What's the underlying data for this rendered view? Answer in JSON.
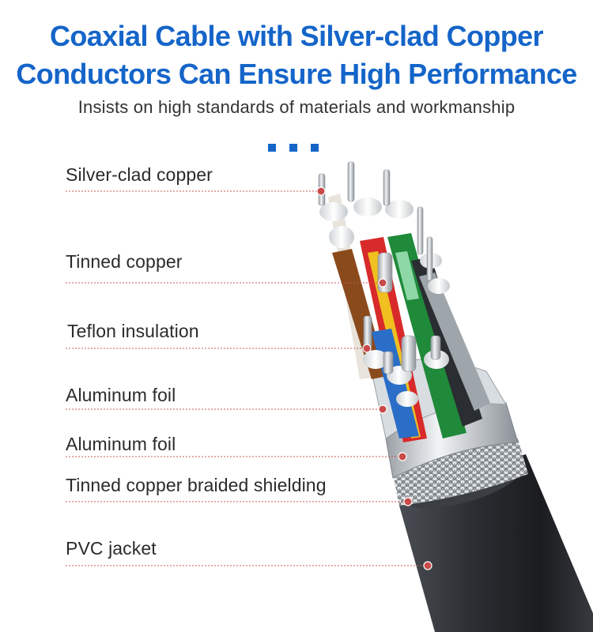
{
  "header": {
    "title_line1": "Coaxial Cable with Silver-clad Copper",
    "title_line2": "Conductors Can Ensure High Performance",
    "subtitle": "Insists on high standards of materials and workmanship"
  },
  "callouts": [
    {
      "label": "Silver-clad copper"
    },
    {
      "label": "Tinned copper"
    },
    {
      "label": "Teflon insulation"
    },
    {
      "label": "Aluminum foil"
    },
    {
      "label": "Aluminum foil"
    },
    {
      "label": "Tinned copper braided shielding"
    },
    {
      "label": "PVC jacket"
    }
  ],
  "colors": {
    "title": "#1565c9",
    "leader_line": "#c85a5a",
    "jacket": "#2a2d31"
  }
}
